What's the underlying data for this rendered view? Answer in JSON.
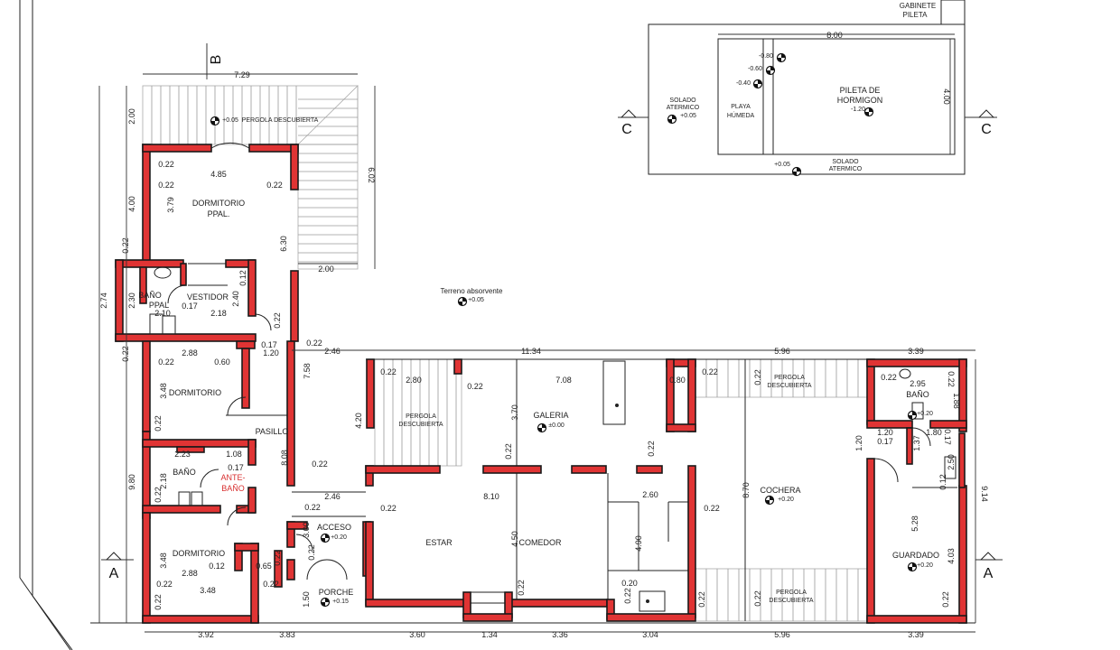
{
  "plan": {
    "rooms": {
      "dormitorio_ppal": [
        "DORMITORIO",
        "PPAL."
      ],
      "bano_ppal": [
        "BAÑO",
        "PPAL"
      ],
      "vestidor": "VESTIDOR",
      "dormitorio_2": "DORMITORIO",
      "pasillo": "PASILLO",
      "bano_2": "BAÑO",
      "ante_bano": [
        "ANTE-",
        "BAÑO"
      ],
      "dormitorio_3": "DORMITORIO",
      "acceso": "ACCESO",
      "porche": "PORCHE",
      "estar": "ESTAR",
      "comedor": "COMEDOR",
      "galeria": "GALERIA",
      "cochera": "COCHERA",
      "bano_3": "BAÑO",
      "guardado": "GUARDADO",
      "pergola_1": "PERGOLA DESCUBIERTA",
      "pergola_2": [
        "PERGOLA",
        "DESCUBIERTA"
      ],
      "pergola_3": [
        "PERGOLA",
        "DESCUBIERTA"
      ],
      "pergola_4": [
        "PERGOLA",
        "DESCUBIERTA"
      ],
      "terreno": "Terreno absorvente",
      "gabinete": [
        "GABINETE",
        "PILETA"
      ],
      "solado_1": [
        "SOLADO",
        "ATERMICO"
      ],
      "solado_2": [
        "SOLADO",
        "ATERMICO"
      ],
      "playa": [
        "PLAYA",
        "HÚMEDA"
      ],
      "pileta": [
        "PILETA DE",
        "HORMIGON"
      ]
    },
    "levels": {
      "pergola_1": "+0.05",
      "terreno": "+0.05",
      "galeria": "±0.00",
      "cochera": "+0.20",
      "acceso": "+0.20",
      "porche": "+0.15",
      "bano_3": "+0.20",
      "guardado": "+0.20",
      "solado_1": "+0.05",
      "solado_2": "+0.05",
      "pileta": "-1.20",
      "steps": [
        "-0.80",
        "-0.60",
        "-0.40"
      ]
    },
    "sections": {
      "a_left": "A",
      "a_right": "A",
      "b": "B",
      "c_left": "C",
      "c_right": "C"
    },
    "dims": {
      "top_729": "7.29",
      "bottom": [
        "3.92",
        "3.83",
        "3.60",
        "1.34",
        "3.36",
        "3.04",
        "5.96",
        "3.39"
      ],
      "mid_top": [
        "2.46",
        "11.34",
        "5.96",
        "3.39"
      ],
      "pool_8": "8.00",
      "pool_4": "4.00",
      "left_200": "2.00",
      "left_400": "4.00",
      "left_022a": "0.22",
      "left_274": "2.74",
      "left_022b": "0.22",
      "left_980": "9.80",
      "right_914": "9.14",
      "v_602": "6.02",
      "h_200": "2.00",
      "d_485": "4.85",
      "d_379": "3.79",
      "d_630": "6.30",
      "d_022a": "0.22",
      "d_022b": "0.22",
      "d_022c": "0.22",
      "b_230": "2.30",
      "b_210": "2.10",
      "v_240": "2.40",
      "v_012": "0.12",
      "v_017": "0.17",
      "v_218": "2.18",
      "p_022": "0.22",
      "p_017": "0.17",
      "p_120": "1.20",
      "p_022b": "0.22",
      "d2_288": "2.88",
      "d2_060": "0.60",
      "d2_348": "3.48",
      "d2_022a": "0.22",
      "d2_022b": "0.22",
      "p_758": "7.58",
      "p_808": "8.08",
      "p_022c": "0.22",
      "b2_223": "2.23",
      "b2_108": "1.08",
      "b2_017": "0.17",
      "b2_218": "2.18",
      "b2_022": "0.22",
      "d3_348": "3.48",
      "d3_012": "0.12",
      "d3_288": "2.88",
      "d3_348b": "3.48",
      "d3_065": "0.65",
      "d3_022a": "0.22",
      "d3_022b": "0.22",
      "d3_022c": "0.22",
      "d3_022d": "0.22",
      "a_300": "3.00",
      "a_022": "0.22",
      "a_150": "1.50",
      "a_022b": "0.22",
      "e_246": "2.46",
      "e_022": "0.22",
      "e_810": "8.10",
      "e_450": "4.50",
      "e_022b": "0.22",
      "g_280": "2.80",
      "g_022": "0.22",
      "g_022b": "0.22",
      "g_708": "7.08",
      "g_080": "0.80",
      "g_370": "3.70",
      "g_420": "4.20",
      "g_022c": "0.22",
      "g_022d": "0.22",
      "g_022e": "0.22",
      "k_260": "2.60",
      "k_490": "4.90",
      "k_020": "0.20",
      "k_022": "0.22",
      "k_022b": "0.22",
      "c_870": "8.70",
      "c_022": "0.22",
      "c_022b": "0.22",
      "c_022c": "0.22",
      "r_022a": "0.22",
      "r_022b": "0.22",
      "r_295": "2.95",
      "r_188": "1.88",
      "r_120": "1.20",
      "r_180": "1.80",
      "r_017a": "0.17",
      "r_017b": "0.17",
      "r_137": "1.37",
      "r_120b": "1.20",
      "r_012": "0.12",
      "r_250": "2.50",
      "r_528": "5.28",
      "r_403": "4.03",
      "r_022c": "0.22"
    }
  }
}
